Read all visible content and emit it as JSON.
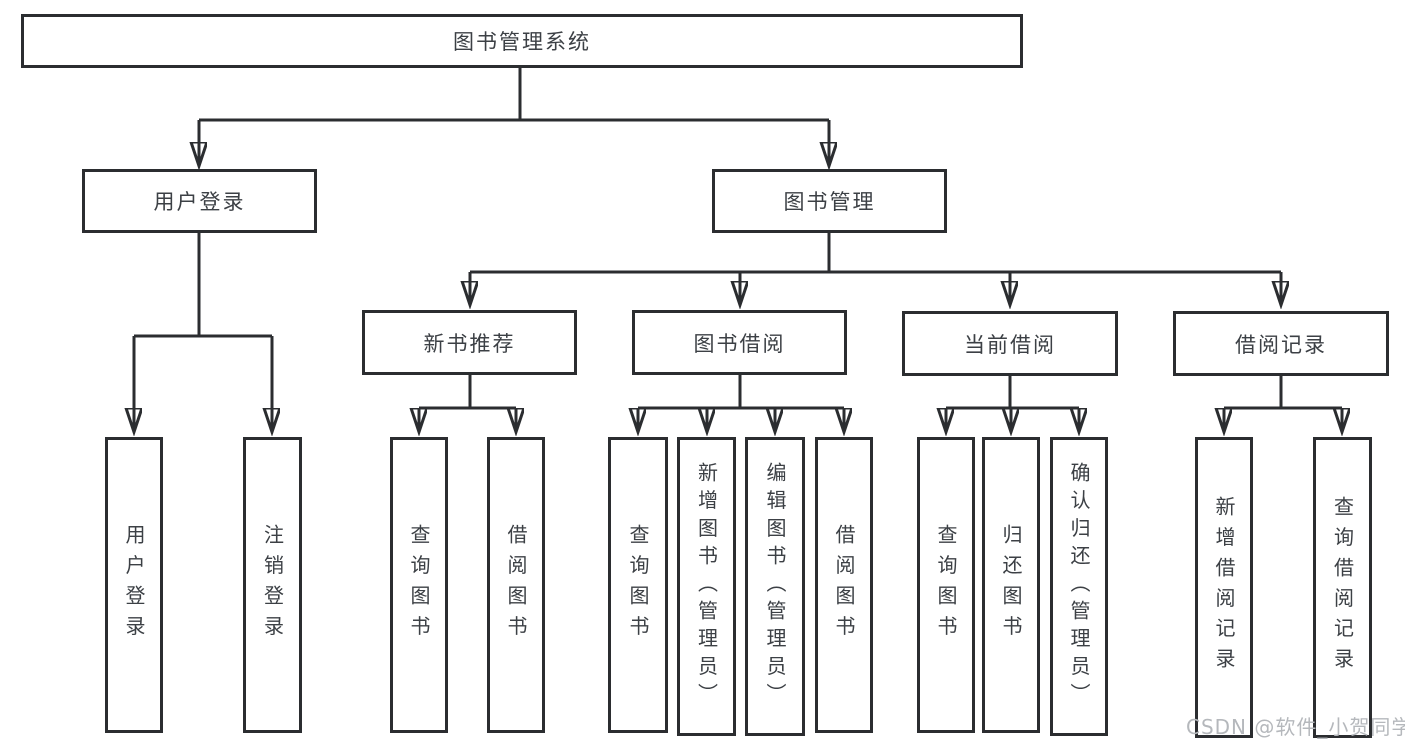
{
  "diagram_type": "hierarchy-diagram",
  "tree": {
    "label": "图书管理系统",
    "children": [
      {
        "label": "用户登录",
        "children": [
          {
            "label": "用户登录"
          },
          {
            "label": "注销登录"
          }
        ]
      },
      {
        "label": "图书管理",
        "children": [
          {
            "label": "新书推荐",
            "children": [
              {
                "label": "查询图书"
              },
              {
                "label": "借阅图书"
              }
            ]
          },
          {
            "label": "图书借阅",
            "children": [
              {
                "label": "查询图书"
              },
              {
                "label": "新增图书（管理员）"
              },
              {
                "label": "编辑图书（管理员）"
              },
              {
                "label": "借阅图书"
              }
            ]
          },
          {
            "label": "当前借阅",
            "children": [
              {
                "label": "查询图书"
              },
              {
                "label": "归还图书"
              },
              {
                "label": "确认归还（管理员）"
              }
            ]
          },
          {
            "label": "借阅记录",
            "children": [
              {
                "label": "新增借阅记录"
              },
              {
                "label": "查询借阅记录"
              }
            ]
          }
        ]
      }
    ]
  },
  "watermark": "CSDN @软件_小贺同学",
  "colors": {
    "line": "#2b2d30",
    "text": "#3c4045",
    "box_fill": "#ffffff",
    "watermark": "#b5b8bc",
    "background": "#ffffff"
  }
}
